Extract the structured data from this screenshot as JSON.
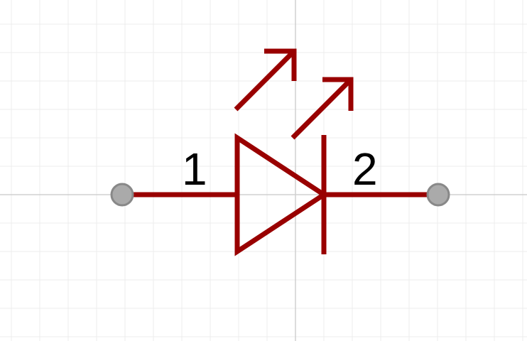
{
  "schematic": {
    "component": "led-diode-symbol",
    "pins": [
      {
        "label": "1"
      },
      {
        "label": "2"
      }
    ],
    "colors": {
      "symbol": "#990000",
      "pin_endpoint_fill": "#aaaaaa",
      "pin_endpoint_stroke": "#888888",
      "grid_fine": "#ececec",
      "grid_origin": "#d0d0d0",
      "background": "#ffffff",
      "label_text": "#000000"
    },
    "icons": {
      "emission_arrows": "light-emission-arrows-icon",
      "diode_triangle": "diode-triangle-icon",
      "cathode_bar": "cathode-bar-icon"
    }
  }
}
